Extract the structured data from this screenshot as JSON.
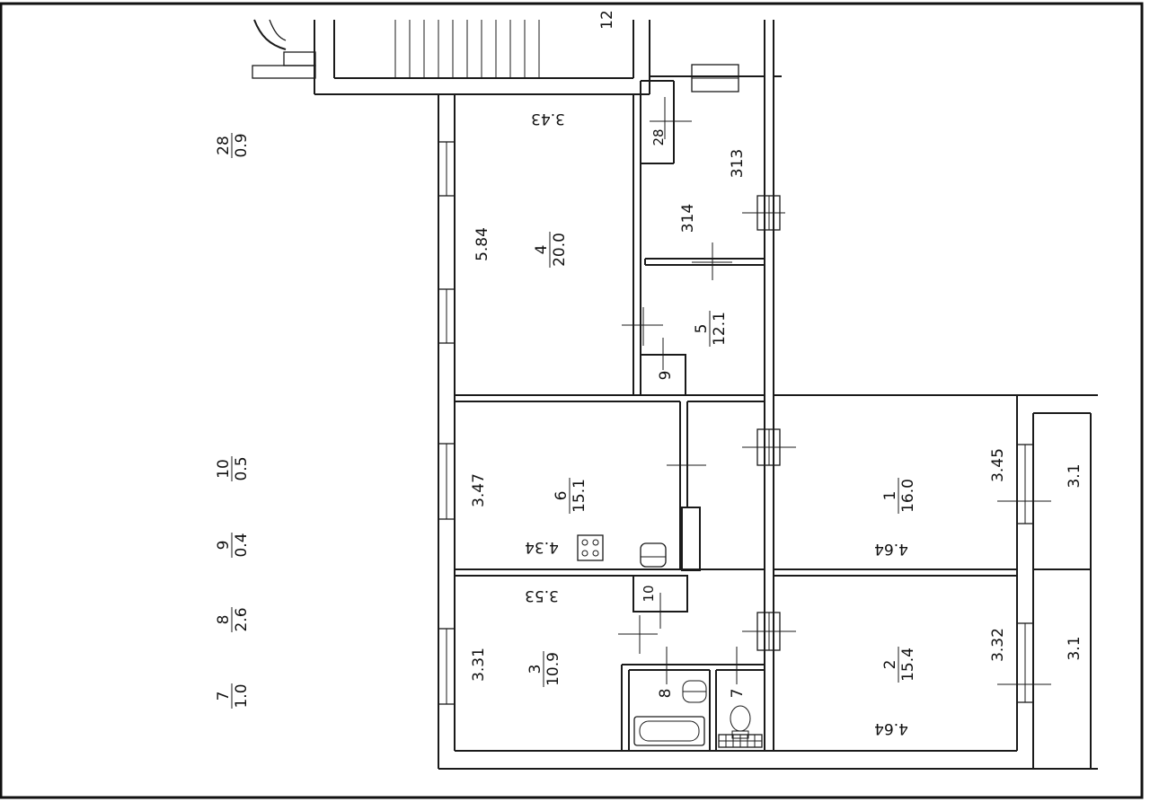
{
  "legend": {
    "items": [
      {
        "num": "28",
        "area": "0.9"
      },
      {
        "num": "10",
        "area": "0.5"
      },
      {
        "num": "9",
        "area": "0.4"
      },
      {
        "num": "8",
        "area": "2.6"
      },
      {
        "num": "7",
        "area": "1.0"
      }
    ]
  },
  "rooms": {
    "r4": {
      "num": "4",
      "area": "20.0",
      "width": "5.84",
      "length": "3.43"
    },
    "r6": {
      "num": "6",
      "area": "15.1",
      "width": "3.47",
      "length": "4.34"
    },
    "r3": {
      "num": "3",
      "area": "10.9",
      "width": "3.31",
      "length": "3.53"
    },
    "r1": {
      "num": "1",
      "area": "16.0",
      "width": "3.45",
      "length": "4.64"
    },
    "r2": {
      "num": "2",
      "area": "15.4",
      "width": "3.32",
      "length": "4.64"
    },
    "r5": {
      "num": "5",
      "area": "12.1"
    },
    "c313": {
      "label": "313"
    },
    "c314": {
      "label": "314"
    },
    "s28": {
      "label": "28"
    },
    "s9": {
      "label": "9"
    },
    "s10": {
      "label": "10"
    },
    "s8": {
      "label": "8"
    },
    "s7": {
      "label": "7"
    },
    "top": {
      "label": "12"
    }
  },
  "balconies": [
    {
      "dim": "3.1"
    },
    {
      "dim": "3.1"
    }
  ],
  "colors": {
    "line": "#1a1a1a",
    "background": "#ffffff"
  }
}
